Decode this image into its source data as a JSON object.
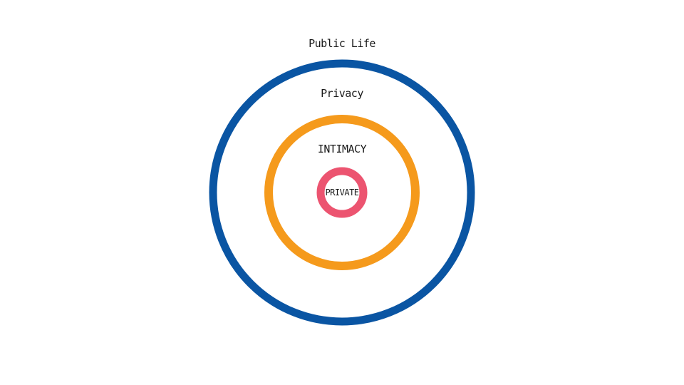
{
  "diagram": {
    "labels": {
      "public_life": "Public Life",
      "privacy": "Privacy",
      "intimacy": "INTIMACY",
      "private": "PRIVATE"
    },
    "colors": {
      "public_life_ring": "#0a55a3",
      "intimacy_ring": "#f59a1c",
      "private_ring": "#ec5470",
      "background": "#ffffff",
      "text": "#1a1a1a"
    }
  }
}
